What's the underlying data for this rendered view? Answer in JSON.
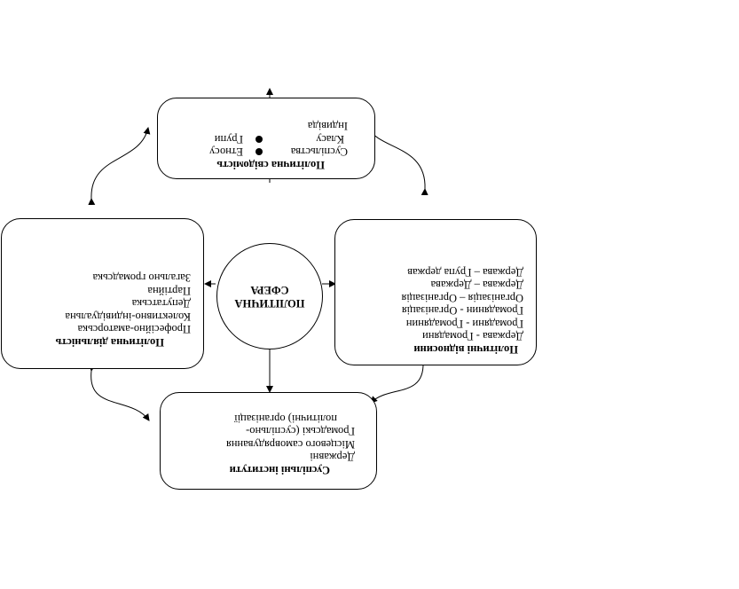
{
  "center": {
    "line1": "ПОЛІТИЧНА",
    "line2": "СФЕРА"
  },
  "consciousness": {
    "title": "Політична свідомість",
    "left_items": [
      "Суспільства",
      "Класу",
      "Індивіда"
    ],
    "right_items": [
      "Етносу",
      "Групи"
    ]
  },
  "relations": {
    "title": "Політичні відносини",
    "items": [
      "Держава - Громадяни",
      "Громадяни - Громадянин",
      "Громадянин - Організація",
      "Організація – Організація",
      "Держава – Держава",
      "Держава – Група держав"
    ]
  },
  "activity": {
    "title": "Політична діяльність",
    "items": [
      "Професійно-аматорська",
      "Колективно-індивідуальна",
      "Депутатська",
      "Партійна",
      "Загально громадська"
    ]
  },
  "institutions": {
    "title": "Суспільні інститути",
    "items": [
      "Державні",
      "Місцевого самоврядування",
      "Громадські (суспільно-",
      "політичні) організації"
    ]
  }
}
